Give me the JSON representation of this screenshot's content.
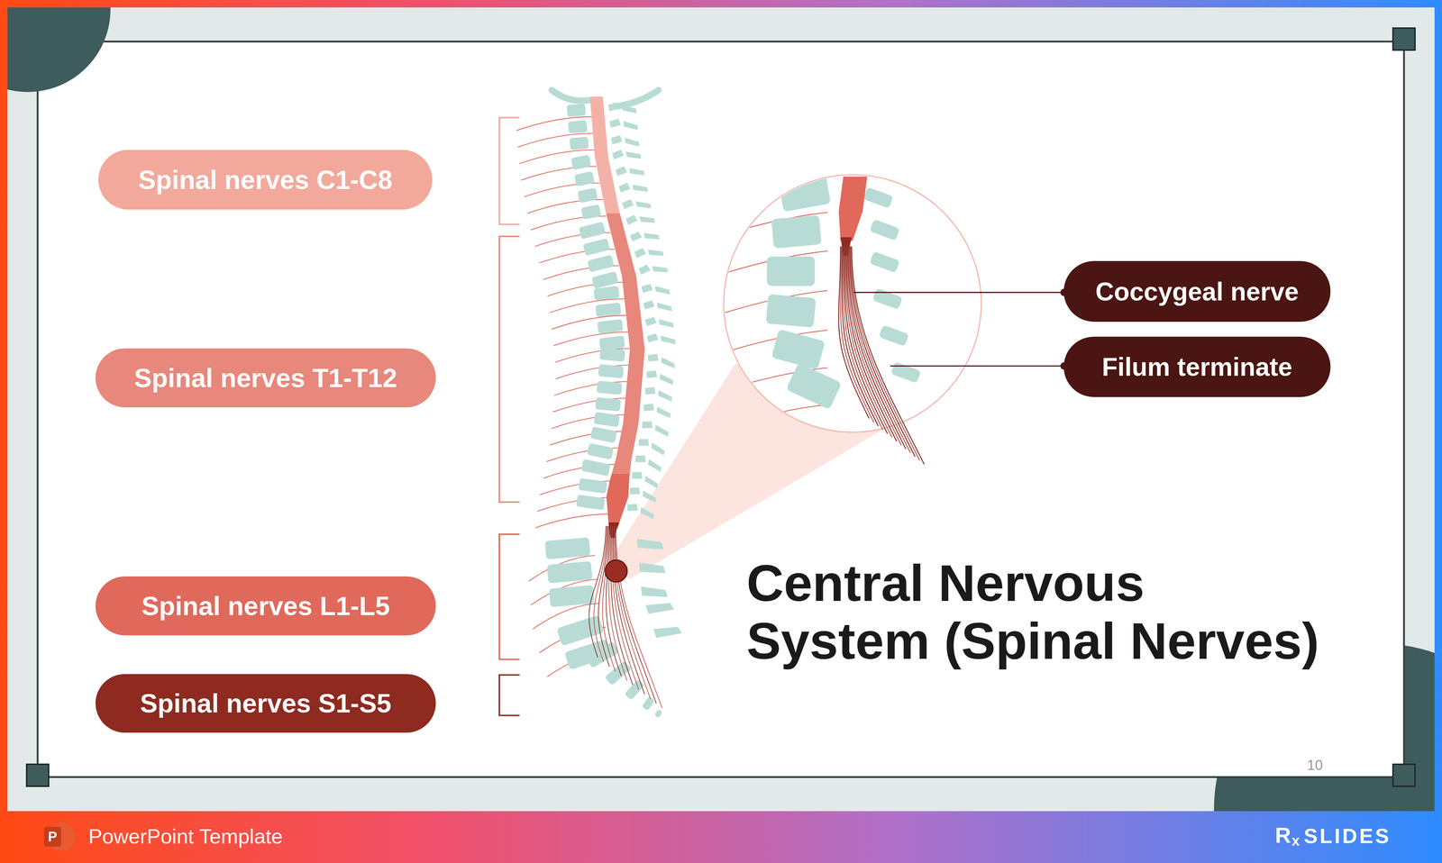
{
  "diagram": {
    "title": "Central Nervous System (Spinal Nerves)",
    "nodes": [
      {
        "text": [
          "Spinal nerves C1-C8"
        ]
      },
      {
        "text": [
          "Spinal nerves T1-T12"
        ]
      },
      {
        "text": [
          "Spinal nerves L1-L5"
        ]
      },
      {
        "text": [
          "Spinal nerves S1-S5"
        ]
      },
      {
        "text": [
          "Coccygeal nerve"
        ]
      },
      {
        "text": [
          "Filum terminate"
        ]
      }
    ],
    "labels": [
      "10",
      "P",
      "PowerPoint Template",
      "R",
      "x",
      "SLIDES"
    ]
  }
}
